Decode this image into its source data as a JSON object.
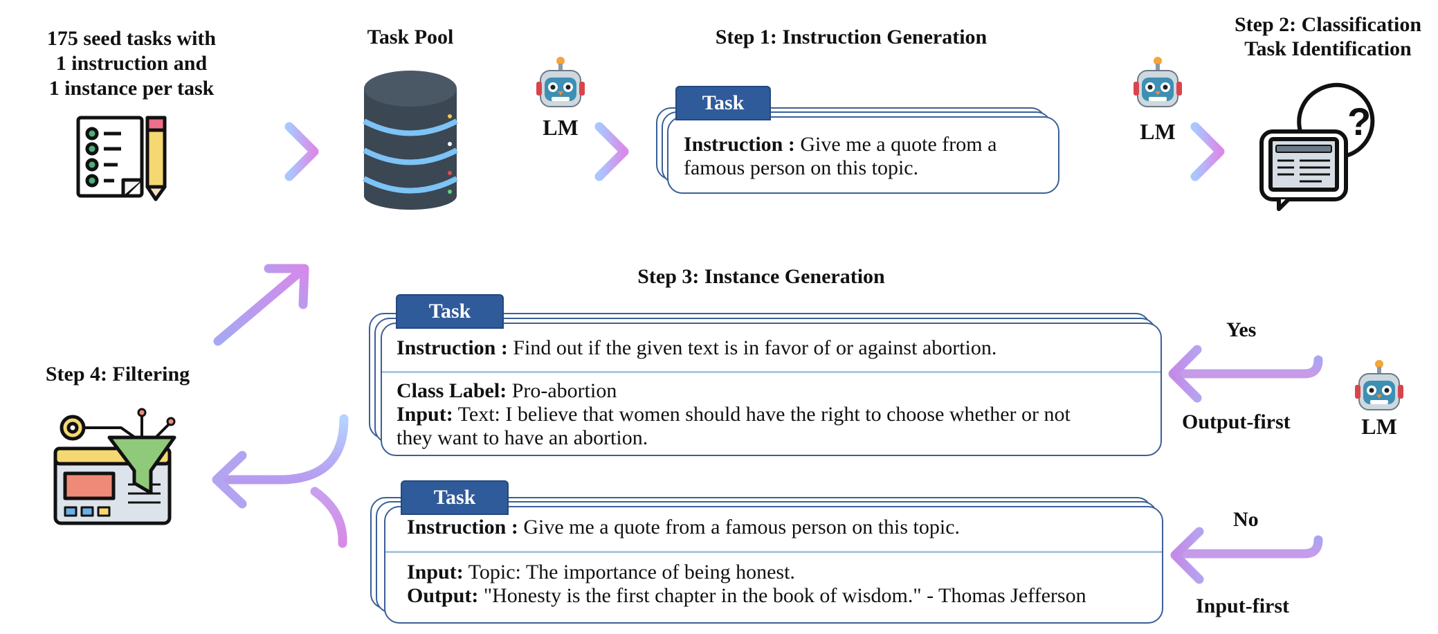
{
  "seed": {
    "line1": "175 seed tasks with",
    "line2": "1 instruction and",
    "line3": "1 instance per task"
  },
  "pool": {
    "title": "Task Pool"
  },
  "step1": {
    "title": "Step 1: Instruction Generation",
    "tab": "Task",
    "instruction_label": "Instruction :",
    "instruction_text": " Give me a quote from a",
    "instruction_text2": "famous person on this topic."
  },
  "step2": {
    "title_line1": "Step 2: Classification",
    "title_line2": "Task Identification"
  },
  "lm_label": "LM",
  "step3": {
    "title": "Step 3: Instance Generation",
    "card1": {
      "tab": "Task",
      "instruction_label": "Instruction :",
      "instruction_text": " Find out if the given text is in favor of or against abortion.",
      "class_label": "Class Label:",
      "class_value": " Pro-abortion",
      "input_label": "Input:",
      "input_value": " Text: I believe that women should have the right to choose whether or not",
      "input_value2": "they want to have an abortion."
    },
    "card2": {
      "tab": "Task",
      "instruction_label": "Instruction :",
      "instruction_text": " Give me a quote from a famous person on this topic.",
      "input_label": "Input:",
      "input_value": " Topic: The importance of being honest.",
      "output_label": "Output:",
      "output_value": " \"Honesty is the first chapter in the book of wisdom.\" - Thomas Jefferson"
    }
  },
  "branches": {
    "yes": "Yes",
    "output_first": "Output-first",
    "no": "No",
    "input_first": "Input-first"
  },
  "step4": {
    "title": "Step 4: Filtering"
  },
  "colors": {
    "accent": "#2f5b9a",
    "arrow_start": "#8fb7ff",
    "arrow_end": "#d784e6"
  }
}
